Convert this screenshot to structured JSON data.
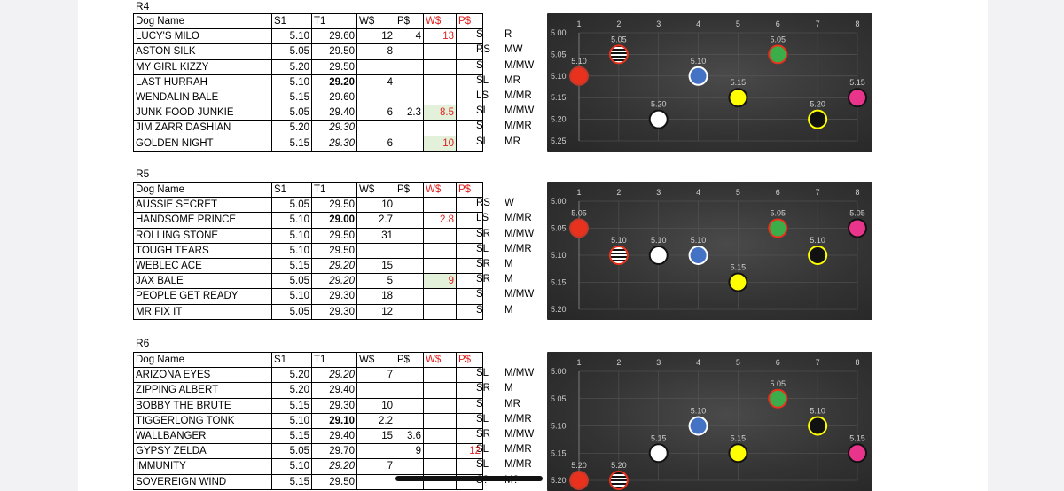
{
  "races": [
    {
      "label": "R4",
      "headers": {
        "name": "Dog Name",
        "s1": "S1",
        "t1": "T1",
        "w": "W$",
        "p": "P$",
        "ws": "W$",
        "ps": "P$"
      },
      "rows": [
        {
          "name": "LUCY'S MILO",
          "s1": "5.10",
          "t1": "29.60",
          "w": "12",
          "p": "4",
          "ws": "13",
          "ps": "",
          "c1": "S",
          "c2": "R",
          "green": false
        },
        {
          "name": "ASTON SILK",
          "s1": "5.05",
          "t1": "29.50",
          "w": "8",
          "p": "",
          "ws": "",
          "ps": "",
          "c1": "RS",
          "c2": "MW",
          "green": false
        },
        {
          "name": "MY GIRL KIZZY",
          "s1": "5.20",
          "t1": "29.50",
          "w": "",
          "p": "",
          "ws": "",
          "ps": "",
          "c1": "S",
          "c2": "M/MW",
          "green": false
        },
        {
          "name": "LAST HURRAH",
          "s1": "5.10",
          "t1": "29.20",
          "w": "4",
          "p": "",
          "ws": "",
          "ps": "",
          "c1": "SL",
          "c2": "MR",
          "green": false,
          "t1bold": true
        },
        {
          "name": "WENDALIN BALE",
          "s1": "5.15",
          "t1": "29.60",
          "w": "",
          "p": "",
          "ws": "",
          "ps": "",
          "c1": "LS",
          "c2": "M/MR",
          "green": false
        },
        {
          "name": "JUNK FOOD JUNKIE",
          "s1": "5.05",
          "t1": "29.40",
          "w": "6",
          "p": "2.3",
          "ws": "8.5",
          "ps": "",
          "c1": "SL",
          "c2": "M/MW",
          "green": true
        },
        {
          "name": "JIM ZARR DASHIAN",
          "s1": "5.20",
          "t1": "29.30",
          "w": "",
          "p": "",
          "ws": "",
          "ps": "",
          "c1": "S",
          "c2": "M/MR",
          "green": false,
          "t1italic": true
        },
        {
          "name": "GOLDEN NIGHT",
          "s1": "5.15",
          "t1": "29.30",
          "w": "6",
          "p": "",
          "ws": "10",
          "ps": "",
          "c1": "SL",
          "c2": "MR",
          "green": true,
          "t1italic": true
        }
      ]
    },
    {
      "label": "R5",
      "headers": {
        "name": "Dog Name",
        "s1": "S1",
        "t1": "T1",
        "w": "W$",
        "p": "P$",
        "ws": "W$",
        "ps": "P$"
      },
      "rows": [
        {
          "name": "AUSSIE SECRET",
          "s1": "5.05",
          "t1": "29.50",
          "w": "10",
          "p": "",
          "ws": "",
          "ps": "",
          "c1": "RS",
          "c2": "W",
          "green": false
        },
        {
          "name": "HANDSOME PRINCE",
          "s1": "5.10",
          "t1": "29.00",
          "w": "2.7",
          "p": "",
          "ws": "2.8",
          "ps": "",
          "c1": "LS",
          "c2": "M/MR",
          "green": false,
          "t1bold": true
        },
        {
          "name": "ROLLING STONE",
          "s1": "5.10",
          "t1": "29.50",
          "w": "31",
          "p": "",
          "ws": "",
          "ps": "",
          "c1": "SR",
          "c2": "M/MW",
          "green": false
        },
        {
          "name": "TOUGH TEARS",
          "s1": "5.10",
          "t1": "29.50",
          "w": "",
          "p": "",
          "ws": "",
          "ps": "",
          "c1": "SL",
          "c2": "M/MR",
          "green": false
        },
        {
          "name": "WEBLEC ACE",
          "s1": "5.15",
          "t1": "29.20",
          "w": "15",
          "p": "",
          "ws": "",
          "ps": "",
          "c1": "SR",
          "c2": "M",
          "green": false,
          "t1italic": true
        },
        {
          "name": "JAX BALE",
          "s1": "5.05",
          "t1": "29.20",
          "w": "5",
          "p": "",
          "ws": "9",
          "ps": "",
          "c1": "SR",
          "c2": "M",
          "green": true,
          "t1italic": true
        },
        {
          "name": "PEOPLE GET READY",
          "s1": "5.10",
          "t1": "29.30",
          "w": "18",
          "p": "",
          "ws": "",
          "ps": "",
          "c1": "S",
          "c2": "M/MW",
          "green": false
        },
        {
          "name": "MR FIX IT",
          "s1": "5.05",
          "t1": "29.30",
          "w": "12",
          "p": "",
          "ws": "",
          "ps": "",
          "c1": "S",
          "c2": "M",
          "green": false
        }
      ]
    },
    {
      "label": "R6",
      "headers": {
        "name": "Dog Name",
        "s1": "S1",
        "t1": "T1",
        "w": "W$",
        "p": "P$",
        "ws": "W$",
        "ps": "P$"
      },
      "rows": [
        {
          "name": "ARIZONA EYES",
          "s1": "5.20",
          "t1": "29.20",
          "w": "7",
          "p": "",
          "ws": "",
          "ps": "",
          "c1": "SL",
          "c2": "M/MW",
          "green": false,
          "t1italic": true
        },
        {
          "name": "ZIPPING ALBERT",
          "s1": "5.20",
          "t1": "29.40",
          "w": "",
          "p": "",
          "ws": "",
          "ps": "",
          "c1": "SR",
          "c2": "M",
          "green": false
        },
        {
          "name": "BOBBY THE BRUTE",
          "s1": "5.15",
          "t1": "29.30",
          "w": "10",
          "p": "",
          "ws": "",
          "ps": "",
          "c1": "S",
          "c2": "MR",
          "green": false
        },
        {
          "name": "TIGGERLONG TONK",
          "s1": "5.10",
          "t1": "29.10",
          "w": "2.2",
          "p": "",
          "ws": "",
          "ps": "",
          "c1": "SL",
          "c2": "M/MR",
          "green": false,
          "t1bold": true
        },
        {
          "name": "WALLBANGER",
          "s1": "5.15",
          "t1": "29.40",
          "w": "15",
          "p": "3.6",
          "ws": "",
          "ps": "",
          "c1": "SR",
          "c2": "M/MW",
          "green": false
        },
        {
          "name": "GYPSY ZELDA",
          "s1": "5.05",
          "t1": "29.70",
          "w": "",
          "p": "9",
          "ws": "",
          "ps": "12",
          "c1": "SL",
          "c2": "M/MR",
          "green": false
        },
        {
          "name": "IMMUNITY",
          "s1": "5.10",
          "t1": "29.20",
          "w": "7",
          "p": "",
          "ws": "",
          "ps": "",
          "c1": "SL",
          "c2": "M/MR",
          "green": false,
          "t1italic": true
        },
        {
          "name": "SOVEREIGN WIND",
          "s1": "5.15",
          "t1": "29.50",
          "w": "",
          "p": "",
          "ws": "",
          "ps": "",
          "c1": "S?",
          "c2": "M?",
          "green": false
        }
      ]
    }
  ],
  "chart_data": [
    {
      "type": "scatter",
      "race": "R4",
      "x": [
        1,
        2,
        3,
        4,
        5,
        6,
        7,
        8
      ],
      "x_ticks": [
        "1",
        "2",
        "3",
        "4",
        "5",
        "6",
        "7",
        "8"
      ],
      "y_ticks": [
        "5.00",
        "5.05",
        "5.10",
        "5.15",
        "5.20",
        "5.25"
      ],
      "ylim": [
        5.0,
        5.25
      ],
      "y_reversed": true,
      "points": [
        {
          "box": 1,
          "y": 5.1,
          "label": "5.10",
          "color": "#e8321e",
          "ring": "#c0392b"
        },
        {
          "box": 2,
          "y": 5.05,
          "label": "5.05",
          "color": "stripes",
          "ring": "#e8321e"
        },
        {
          "box": 3,
          "y": 5.2,
          "label": "5.20",
          "color": "#ffffff",
          "ring": "#111111"
        },
        {
          "box": 4,
          "y": 5.1,
          "label": "5.10",
          "color": "#4472c4",
          "ring": "#ffffff"
        },
        {
          "box": 5,
          "y": 5.15,
          "label": "5.15",
          "color": "#ffff00",
          "ring": "#111111"
        },
        {
          "box": 6,
          "y": 5.05,
          "label": "5.05",
          "color": "#3cae49",
          "ring": "#e8321e"
        },
        {
          "box": 7,
          "y": 5.2,
          "label": "5.20",
          "color": "#111111",
          "ring": "#ffff00"
        },
        {
          "box": 8,
          "y": 5.15,
          "label": "5.15",
          "color": "#e8348b",
          "ring": "#111111"
        }
      ]
    },
    {
      "type": "scatter",
      "race": "R5",
      "x": [
        1,
        2,
        3,
        4,
        5,
        6,
        7,
        8
      ],
      "x_ticks": [
        "1",
        "2",
        "3",
        "4",
        "5",
        "6",
        "7",
        "8"
      ],
      "y_ticks": [
        "5.00",
        "5.05",
        "5.10",
        "5.15",
        "5.20"
      ],
      "ylim": [
        5.0,
        5.2
      ],
      "y_reversed": true,
      "points": [
        {
          "box": 1,
          "y": 5.05,
          "label": "5.05",
          "color": "#e8321e",
          "ring": "#c0392b"
        },
        {
          "box": 2,
          "y": 5.1,
          "label": "5.10",
          "color": "stripes",
          "ring": "#e8321e"
        },
        {
          "box": 3,
          "y": 5.1,
          "label": "5.10",
          "color": "#ffffff",
          "ring": "#111111"
        },
        {
          "box": 4,
          "y": 5.1,
          "label": "5.10",
          "color": "#4472c4",
          "ring": "#ffffff"
        },
        {
          "box": 5,
          "y": 5.15,
          "label": "5.15",
          "color": "#ffff00",
          "ring": "#111111"
        },
        {
          "box": 6,
          "y": 5.05,
          "label": "5.05",
          "color": "#3cae49",
          "ring": "#e8321e"
        },
        {
          "box": 7,
          "y": 5.1,
          "label": "5.10",
          "color": "#111111",
          "ring": "#ffff00"
        },
        {
          "box": 8,
          "y": 5.05,
          "label": "5.05",
          "color": "#e8348b",
          "ring": "#111111"
        }
      ]
    },
    {
      "type": "scatter",
      "race": "R6",
      "x": [
        1,
        2,
        3,
        4,
        5,
        6,
        7,
        8
      ],
      "x_ticks": [
        "1",
        "2",
        "3",
        "4",
        "5",
        "6",
        "7",
        "8"
      ],
      "y_ticks": [
        "5.00",
        "5.05",
        "5.10",
        "5.15",
        "5.20"
      ],
      "ylim": [
        5.0,
        5.2
      ],
      "y_reversed": true,
      "points": [
        {
          "box": 1,
          "y": 5.2,
          "label": "5.20",
          "color": "#e8321e",
          "ring": "#c0392b"
        },
        {
          "box": 2,
          "y": 5.2,
          "label": "5.20",
          "color": "stripes",
          "ring": "#e8321e"
        },
        {
          "box": 3,
          "y": 5.15,
          "label": "5.15",
          "color": "#ffffff",
          "ring": "#111111"
        },
        {
          "box": 4,
          "y": 5.1,
          "label": "5.10",
          "color": "#4472c4",
          "ring": "#ffffff"
        },
        {
          "box": 5,
          "y": 5.15,
          "label": "5.15",
          "color": "#ffff00",
          "ring": "#111111"
        },
        {
          "box": 6,
          "y": 5.05,
          "label": "5.05",
          "color": "#3cae49",
          "ring": "#e8321e"
        },
        {
          "box": 7,
          "y": 5.1,
          "label": "5.10",
          "color": "#111111",
          "ring": "#ffff00"
        },
        {
          "box": 8,
          "y": 5.15,
          "label": "5.15",
          "color": "#e8348b",
          "ring": "#111111"
        }
      ]
    }
  ]
}
